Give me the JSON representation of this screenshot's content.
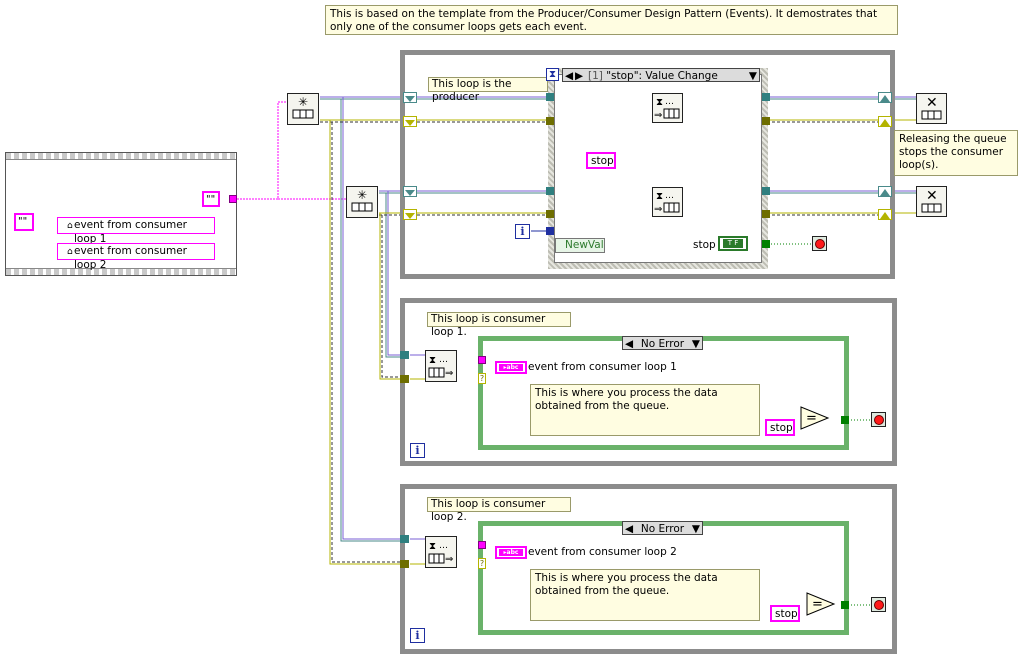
{
  "colors": {
    "string_wire": "#ff00ff",
    "refnum_wire": "#4a8a8a",
    "error_wire": "#b4b400",
    "boolean_wire": "#008000",
    "loop_border": "#8c8c8c",
    "case_border": "#6ab26a",
    "note_background": "#fffde1"
  },
  "top_note": "This is based on the template from the Producer/Consumer Design Pattern (Events). It demostrates that only one of the consumer loops gets each event.",
  "string_constant": "\"\"",
  "local_variables": [
    "event from consumer loop 1",
    "event from consumer loop 2"
  ],
  "producer": {
    "label": "This loop is the producer",
    "event_case_index": "[1]",
    "event_case_label": "\"stop\": Value Change",
    "stop_constant": "stop",
    "event_data_node": "NewVal",
    "stop_indicator": "stop",
    "bool_constant": "T F",
    "iteration": "i"
  },
  "release_note": "Releasing the queue stops the consumer loop(s).",
  "consumer1": {
    "label": "This loop is consumer loop 1.",
    "case_selector": "No Error",
    "indicator": "event from consumer loop 1",
    "note": "This is where you process the data obtained from the queue.",
    "stop_constant": "stop",
    "iteration": "i"
  },
  "consumer2": {
    "label": "This loop is consumer loop 2.",
    "case_selector": "No Error",
    "indicator": "event from consumer loop 2",
    "note": "This is where you process the data obtained from the queue.",
    "stop_constant": "stop",
    "iteration": "i"
  },
  "icons": [
    "obtain-queue-icon",
    "enqueue-icon",
    "dequeue-icon",
    "release-queue-icon",
    "equal-icon",
    "stop-icon",
    "hourglass-icon",
    "abc-icon",
    "question-icon"
  ]
}
